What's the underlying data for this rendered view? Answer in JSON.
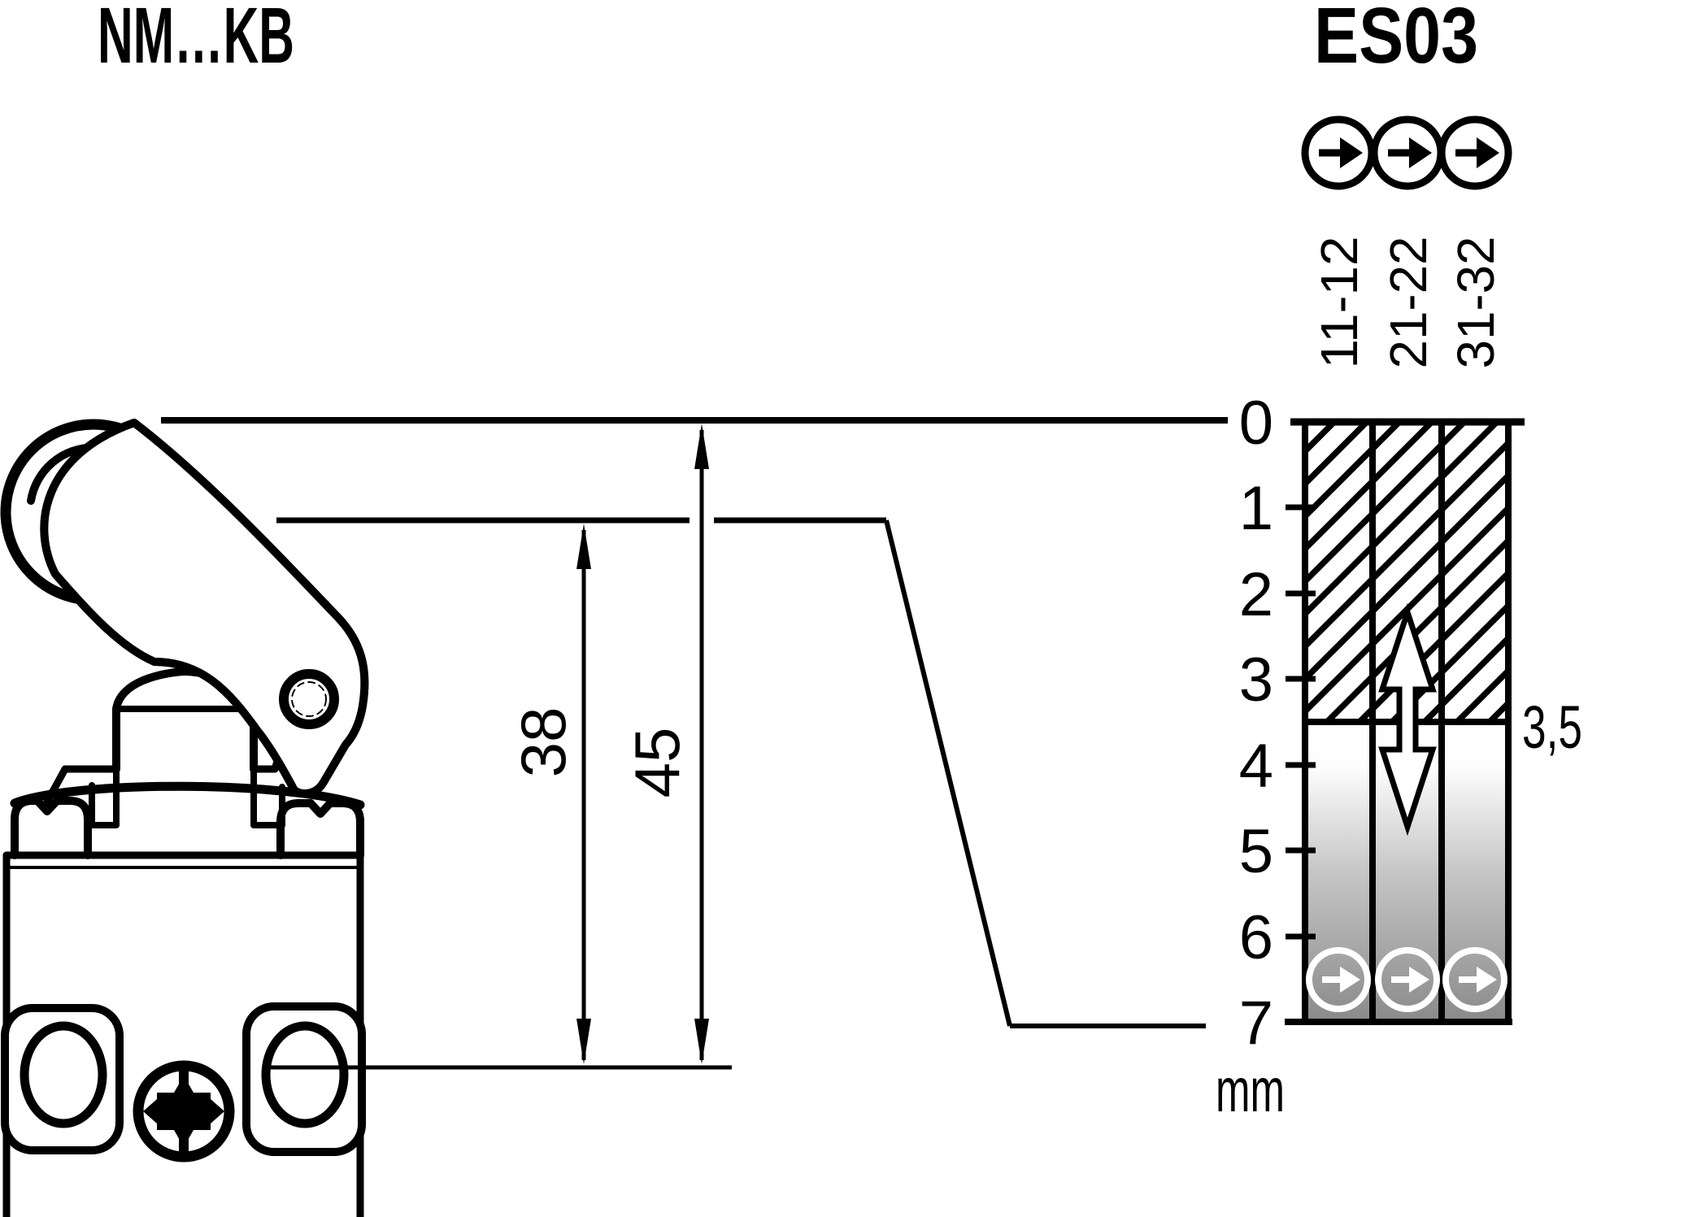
{
  "titles": {
    "product_series": "NM…KB",
    "diagram_code": "ES03"
  },
  "chart_data": {
    "type": "travel-diagram",
    "title": "ES03",
    "unit": "mm",
    "axis_ticks": [
      "0",
      "1",
      "2",
      "3",
      "4",
      "5",
      "6",
      "7"
    ],
    "axis_range_mm": [
      0,
      7
    ],
    "positive_opening_point_label": "3,5",
    "positive_opening_travel_mm": 3.5,
    "total_travel_mm": 7,
    "contacts": [
      {
        "label": "11-12",
        "closed_mm": [
          0,
          3.5
        ],
        "open_mm": [
          3.5,
          7
        ],
        "positive_opening": true
      },
      {
        "label": "21-22",
        "closed_mm": [
          0,
          3.5
        ],
        "open_mm": [
          3.5,
          7
        ],
        "positive_opening": true
      },
      {
        "label": "31-32",
        "closed_mm": [
          0,
          3.5
        ],
        "open_mm": [
          3.5,
          7
        ],
        "positive_opening": true
      }
    ]
  },
  "dimensions": {
    "lever_height": "38",
    "overall_height": "45"
  },
  "icons": {
    "positive_opening_symbol": "circled-right-arrow",
    "actuation_direction_symbol": "double-vertical-arrow"
  },
  "colors": {
    "ink": "#000000",
    "open_zone_gray": "#8a8a8a",
    "background": "#ffffff"
  }
}
